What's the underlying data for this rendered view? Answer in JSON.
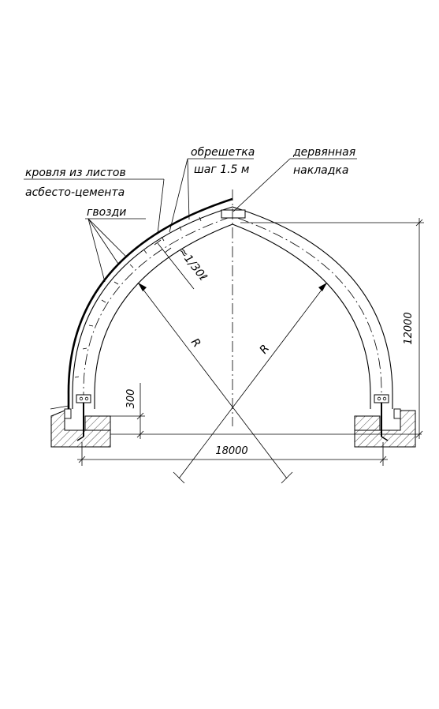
{
  "labels": {
    "roof_line1": "кровля из листов",
    "roof_line2": "асбесто-цемента",
    "nails": "гвозди",
    "lathing_line1": "обрешетка",
    "lathing_line2": "шаг 1.5 м",
    "overlay_line1": "дервянная",
    "overlay_line2": "накладка",
    "section": "≈1/30ℓ",
    "radius_left": "R",
    "radius_right": "R"
  },
  "dimensions": {
    "span": "18000",
    "height": "12000",
    "support": "300"
  }
}
